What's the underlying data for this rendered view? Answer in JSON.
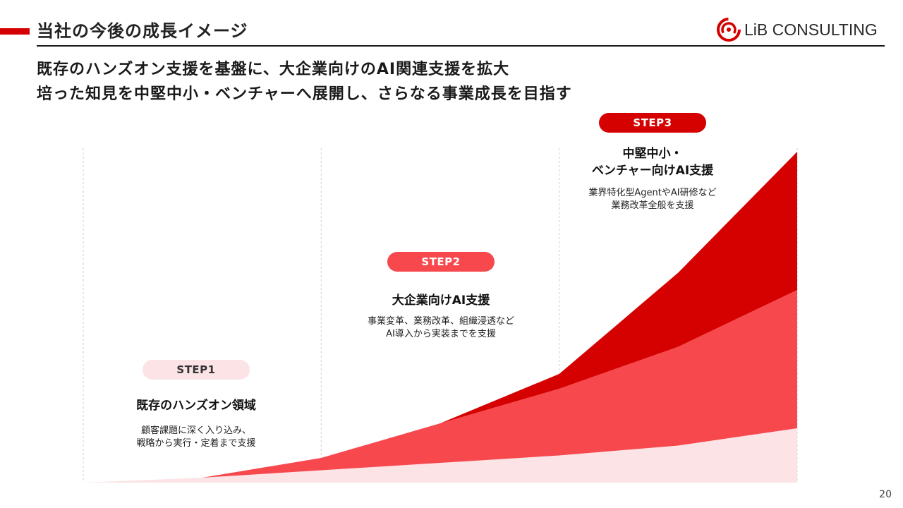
{
  "header": {
    "title": "当社の今後の成長イメージ",
    "logo_text": "LiB CONSULTING",
    "accent_color": "#d50000"
  },
  "subtitle": {
    "line1": "既存のハンズオン支援を基盤に、大企業向けのAI関連支援を拡大",
    "line2": "培った知見を中堅中小・ベンチャーへ展開し、さらなる事業成長を目指す"
  },
  "steps": [
    {
      "label": "STEP1",
      "title": "既存のハンズオン領域",
      "description": [
        "顧客課題に深く入り込み、",
        "戦略から実行・定着まで支援"
      ],
      "color": "#fbe3e6"
    },
    {
      "label": "STEP2",
      "title": "大企業向けAI支援",
      "description": [
        "事業変革、業務改革、組織浸透など",
        "AI導入から実装までを支援"
      ],
      "color": "#f7484d"
    },
    {
      "label": "STEP3",
      "title_lines": [
        "中堅中小・",
        "ベンチャー向けAI支援"
      ],
      "description": [
        "業界特化型AgentやAI研修など",
        "業務改革全般を支援"
      ],
      "color": "#d50000"
    }
  ],
  "chart_data": {
    "type": "area",
    "stacked": true,
    "x": [
      0,
      1,
      2,
      3,
      4,
      5,
      6
    ],
    "series": [
      {
        "values": [
          0,
          2,
          5,
          8,
          11,
          15,
          22
        ],
        "color": "#fbe3e6"
      },
      {
        "values": [
          0,
          0,
          5,
          16,
          27,
          40,
          56
        ],
        "color": "#f7484d"
      },
      {
        "values": [
          0,
          0,
          0,
          0,
          6,
          30,
          56
        ],
        "color": "#d50000"
      }
    ],
    "ylim": [
      0,
      134
    ],
    "grid": "vertical-dashed"
  },
  "page_number": "20"
}
